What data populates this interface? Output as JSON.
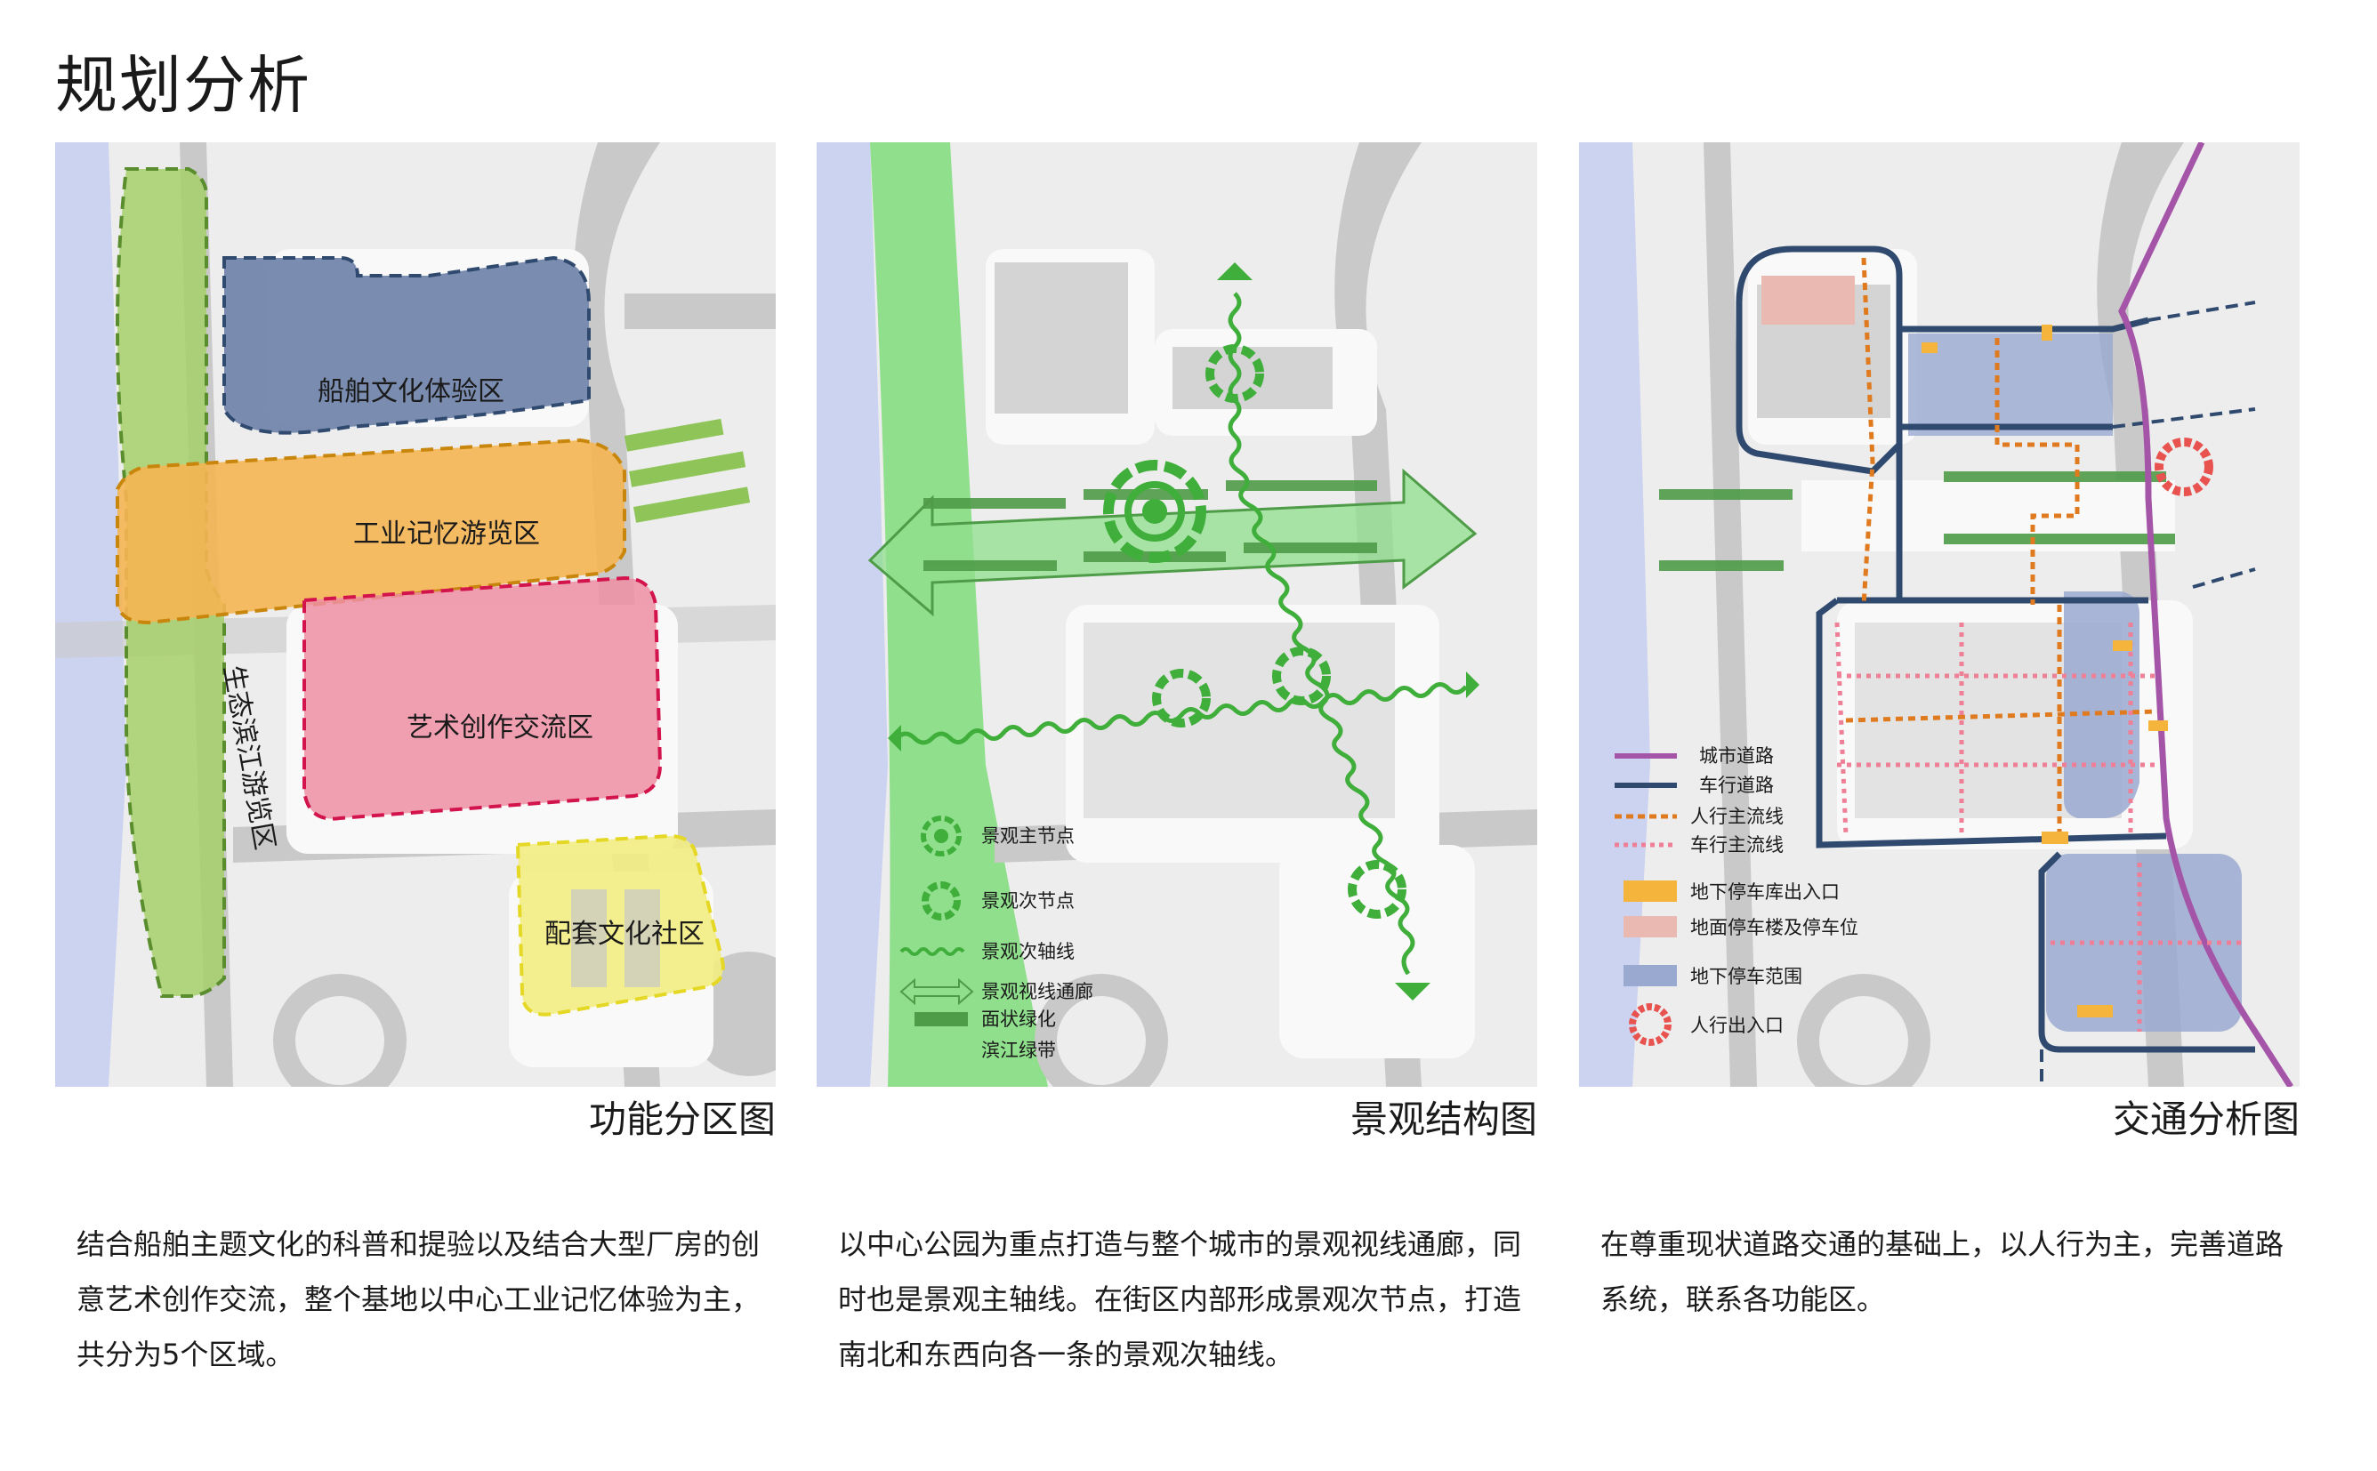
{
  "page": {
    "title": "规划分析"
  },
  "panels": {
    "function": {
      "caption": "功能分区图",
      "description": "结合船舶主题文化的科普和提验以及结合大型厂房的创意艺术创作交流，整个基地以中心工业记忆体验为主，共分为5个区域。",
      "zones": {
        "ship": "船舶文化体验区",
        "industry": "工业记忆游览区",
        "art": "艺术创作交流区",
        "eco": "生态滨江游览区",
        "community": "配套文化社区"
      },
      "colors": {
        "ship": "#6b7fa6",
        "industry": "#f5b552",
        "art": "#ef8fa5",
        "eco": "#a6cf6a",
        "community": "#f2ec82"
      }
    },
    "landscape": {
      "caption": "景观结构图",
      "description": "以中心公园为重点打造与整个城市的景观视线通廊，同时也是景观主轴线。在街区内部形成景观次节点，打造南北和东西向各一条的景观次轴线。",
      "legend": [
        {
          "label": "景观主节点",
          "icon": "main-node-icon"
        },
        {
          "label": "景观次节点",
          "icon": "secondary-node-icon"
        },
        {
          "label": "景观次轴线",
          "icon": "secondary-axis-icon"
        },
        {
          "label": "景观视线通廊",
          "icon": "sightline-corridor-icon"
        },
        {
          "label": "面状绿化",
          "icon": "area-greening-icon"
        },
        {
          "label": "滨江绿带",
          "icon": "riverside-belt-icon"
        }
      ],
      "colors": {
        "green": "#3fae3a",
        "river_belt": "#8fdf8c",
        "dark_green": "#4f9c48"
      }
    },
    "traffic": {
      "caption": "交通分析图",
      "description": "在尊重现状道路交通的基础上，以人行为主，完善道路系统，联系各功能区。",
      "legend": [
        {
          "label": "城市道路",
          "icon": "city-road-icon"
        },
        {
          "label": "车行道路",
          "icon": "vehicle-road-icon"
        },
        {
          "label": "人行主流线",
          "icon": "pedestrian-main-flow-icon"
        },
        {
          "label": "车行主流线",
          "icon": "vehicle-main-flow-icon"
        },
        {
          "label": "地下停车库出入口",
          "icon": "underground-garage-entrance-icon"
        },
        {
          "label": "地面停车楼及停车位",
          "icon": "surface-parking-icon"
        },
        {
          "label": "地下停车范围",
          "icon": "underground-parking-area-icon"
        },
        {
          "label": "人行出入口",
          "icon": "pedestrian-entrance-icon"
        }
      ],
      "colors": {
        "city_road": "#a555a8",
        "vehicle_road": "#2f4a6e",
        "ped_flow": "#e07a1f",
        "car_flow": "#ee7f96",
        "garage": "#f5b43c",
        "surface_parking": "#e9b9b2",
        "underground": "#9aa9d0",
        "entrance": "#e8534f"
      }
    }
  }
}
